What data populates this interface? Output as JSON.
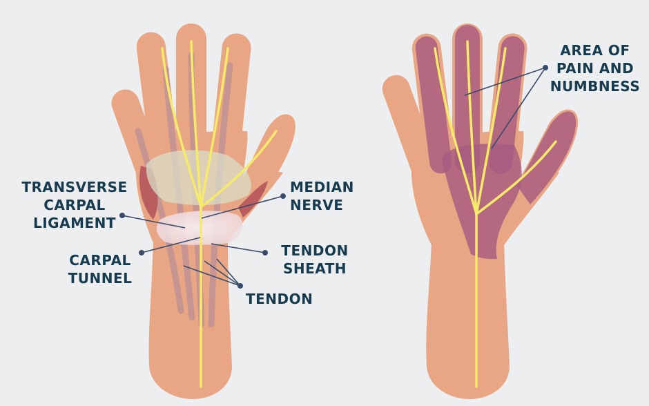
{
  "colors": {
    "background": "#ECEEEF",
    "skin": "#E8A684",
    "skin_dark": "#D89373",
    "nerve": "#F5EA6A",
    "tendon": "#BC8F95",
    "ligament": "#F3E9EA",
    "muscle": "#B5555A",
    "sheath": "#D9DEC8",
    "pain_area": "#A65A7F",
    "label_text": "#163A4E",
    "pointer": "#3A4A6B"
  },
  "labels": {
    "transverse_carpal_ligament": [
      "TRANSVERSE",
      "CARPAL",
      "LIGAMENT"
    ],
    "median_nerve": [
      "MEDIAN",
      "NERVE"
    ],
    "carpal_tunnel": [
      "CARPAL",
      "TUNNEL"
    ],
    "tendon_sheath": [
      "TENDON",
      "SHEATH"
    ],
    "tendon": [
      "TENDON"
    ],
    "area_of_pain": [
      "AREA OF",
      "PAIN AND",
      "NUMBNESS"
    ]
  }
}
